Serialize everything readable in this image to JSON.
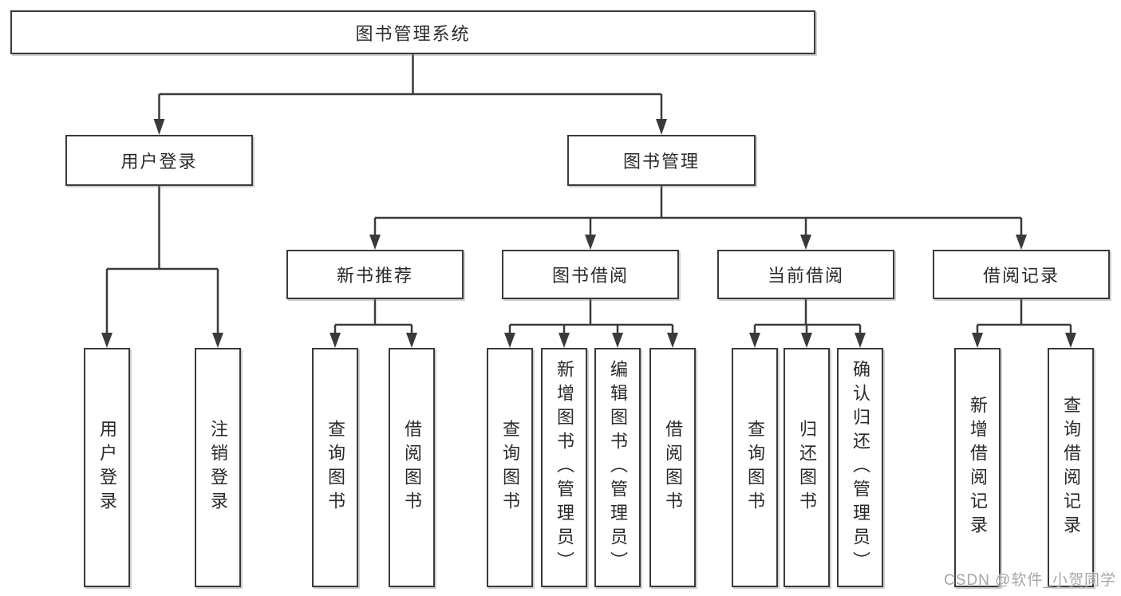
{
  "diagram": {
    "type": "hierarchy-tree",
    "title": "图书管理系统",
    "colors": {
      "line": "#3a3a3a",
      "box_border": "#3a3a3a",
      "box_fill": "#ffffff",
      "text": "#2a2a2a",
      "watermark": "#a6a6a6"
    },
    "tree": {
      "root": {
        "label": "图书管理系统"
      },
      "branches": [
        {
          "label": "用户登录",
          "children": [
            {
              "label": "用户登录"
            },
            {
              "label": "注销登录"
            }
          ]
        },
        {
          "label": "图书管理",
          "children": [
            {
              "label": "新书推荐",
              "children": [
                {
                  "label": "查询图书"
                },
                {
                  "label": "借阅图书"
                }
              ]
            },
            {
              "label": "图书借阅",
              "children": [
                {
                  "label": "查询图书"
                },
                {
                  "label": "新增图书（管理员）"
                },
                {
                  "label": "编辑图书（管理员）"
                },
                {
                  "label": "借阅图书"
                }
              ]
            },
            {
              "label": "当前借阅",
              "children": [
                {
                  "label": "查询图书"
                },
                {
                  "label": "归还图书"
                },
                {
                  "label": "确认归还（管理员）"
                }
              ]
            },
            {
              "label": "借阅记录",
              "children": [
                {
                  "label": "新增借阅记录"
                },
                {
                  "label": "查询借阅记录"
                }
              ]
            }
          ]
        }
      ]
    }
  },
  "watermark": {
    "text": "CSDN @软件_小贺同学"
  }
}
